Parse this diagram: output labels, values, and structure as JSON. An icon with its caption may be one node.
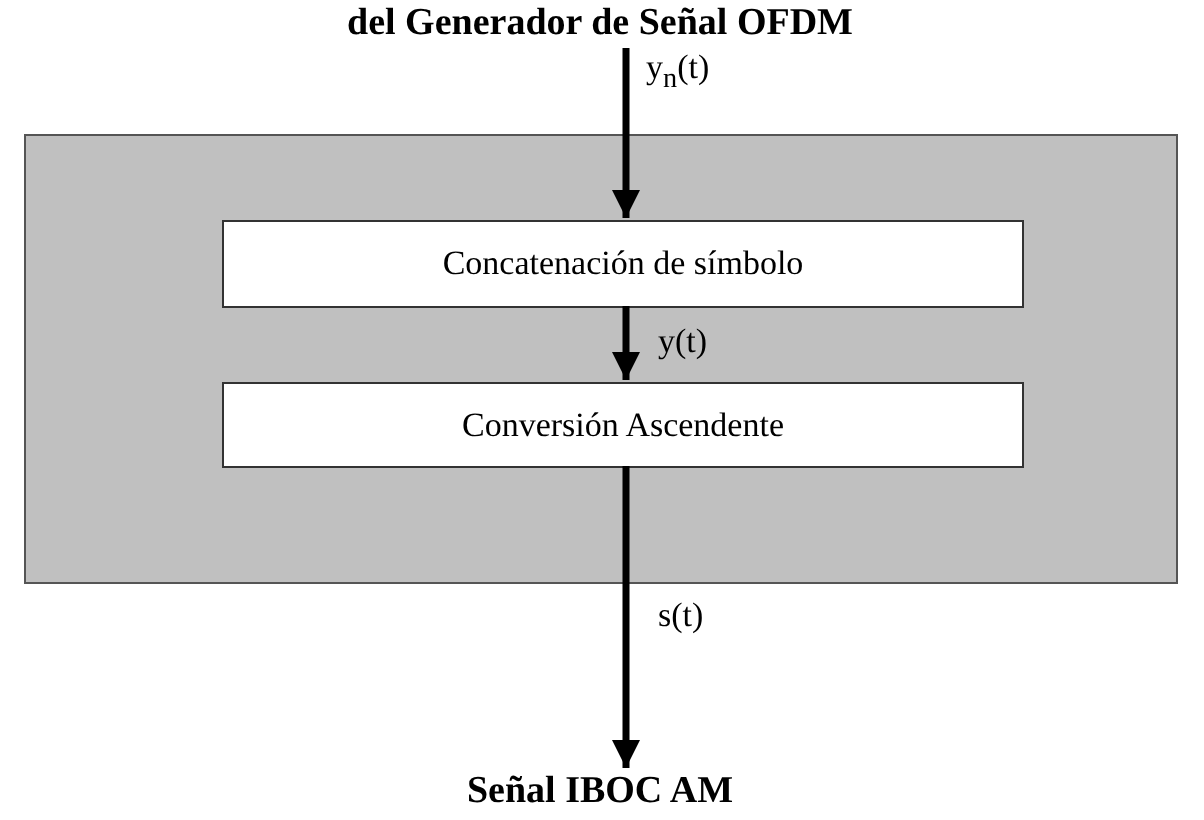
{
  "diagram": {
    "nodes": [
      {
        "text": [
          "del Generador de Señal OFDM"
        ]
      },
      {
        "text": [],
        "shape": "box"
      },
      {
        "text": [
          "Concatenación de símbolo"
        ],
        "in": 1
      },
      {
        "text": [
          "Conversión Ascendente"
        ],
        "in": 1
      },
      {
        "text": [
          "Señal IBOC AM"
        ]
      }
    ],
    "edges": [
      {
        "from": 0,
        "to": 2,
        "arrow": "to",
        "label": "y$_{n}$(t)"
      },
      {
        "from": 2,
        "to": 3,
        "arrow": "to",
        "label": "y(t)"
      },
      {
        "from": 3,
        "to": 4,
        "arrow": "to",
        "label": "s(t)"
      }
    ]
  }
}
